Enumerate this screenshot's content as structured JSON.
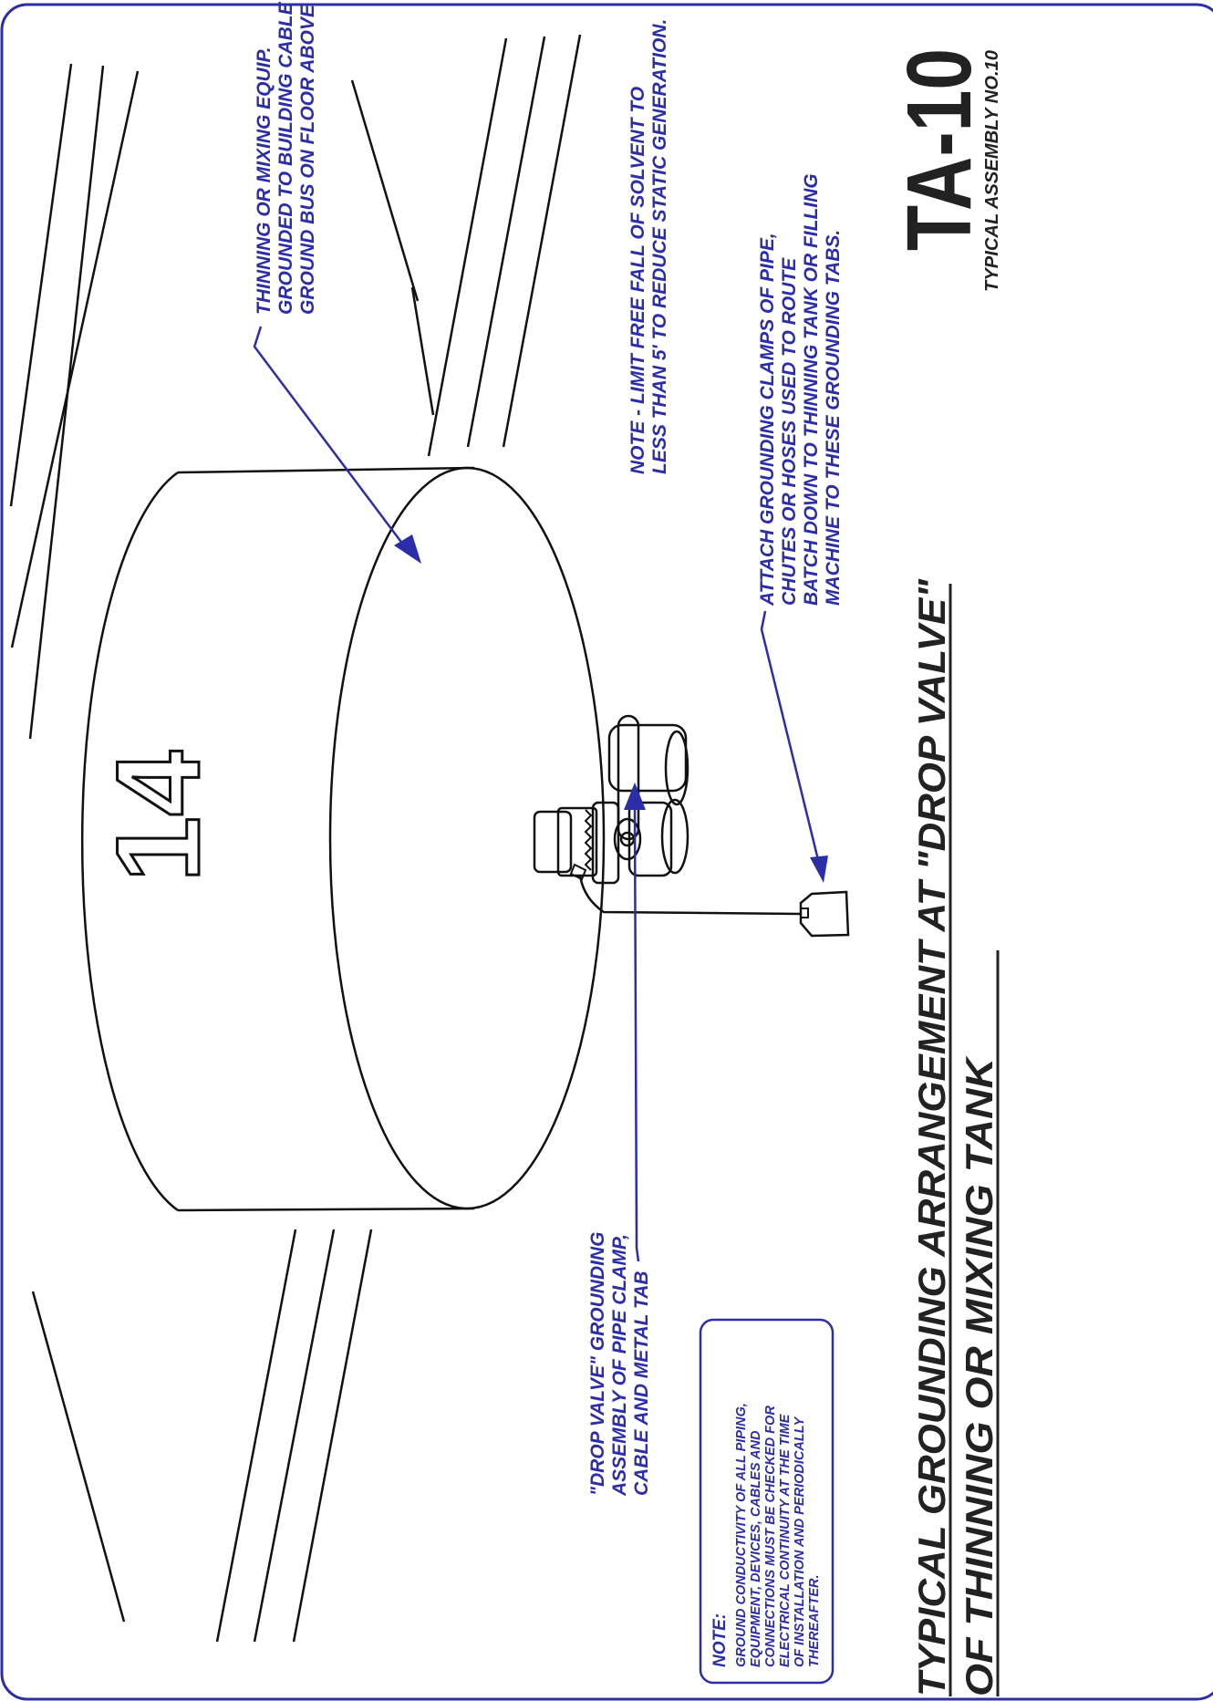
{
  "drawing": {
    "code": "TA-10",
    "assembly_label": "TYPICAL ASSEMBLY NO.10",
    "title_line1": "TYPICAL GROUNDING ARRANGEMENT AT \"DROP VALVE\"",
    "title_line2": "OF THINNING OR MIXING TANK",
    "tank_number": "14"
  },
  "callouts": {
    "thinning": [
      "THINNING OR MIXING EQUIP.",
      "GROUNDED TO BUILDING CABLE",
      "GROUND BUS ON FLOOR ABOVE"
    ],
    "free_fall": [
      "NOTE  -  LIMIT FREE FALL OF SOLVENT TO",
      "LESS THAN  5' TO REDUCE STATIC GENERATION."
    ],
    "clamps": [
      "ATTACH GROUNDING CLAMPS OF PIPE,",
      "CHUTES OR HOSES USED TO ROUTE",
      "BATCH DOWN TO THINNING TANK OR FILLING",
      "MACHINE TO THESE GROUNDING TABS."
    ],
    "drop_valve": [
      "\"DROP VALVE\" GROUNDING",
      "ASSEMBLY OF PIPE CLAMP,",
      "CABLE AND METAL TAB"
    ]
  },
  "note_box": {
    "heading": "NOTE:",
    "lines": [
      "GROUND CONDUCTIVITY OF ALL PIPING,",
      "EQUIPMENT, DEVICES, CABLES AND",
      "CONNECTIONS MUST BE CHECKED FOR",
      "ELECTRICAL CONTINUITY AT THE TIME",
      "OF INSTALLATION AND PERIODICALLY",
      "THEREAFTER."
    ]
  },
  "colors": {
    "annotation": "#2b2ea8",
    "linework": "#111111",
    "title": "#222222"
  }
}
